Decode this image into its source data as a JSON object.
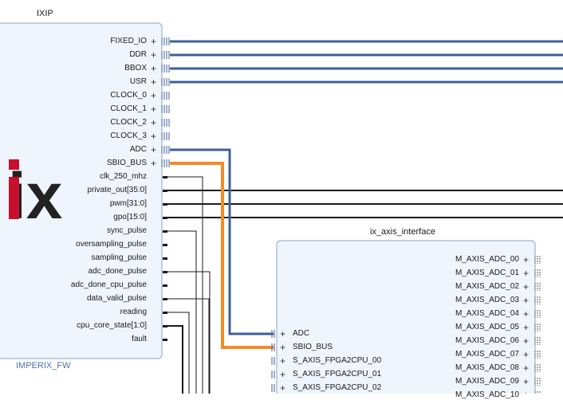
{
  "colors": {
    "block_fill": "#eef5fc",
    "block_border": "#8aa6c8",
    "bus_wire": "#3f5f98",
    "highlight_wire": "#f28c28",
    "signal_wire": "#1a1a1a",
    "logo": "#c8102e"
  },
  "ixip": {
    "title": "IXIP",
    "instance": "IMPERIX_FW",
    "logo_text": "ix",
    "ports": [
      {
        "label": "FIXED_IO",
        "kind": "bus"
      },
      {
        "label": "DDR",
        "kind": "bus"
      },
      {
        "label": "BBOX",
        "kind": "bus"
      },
      {
        "label": "USR",
        "kind": "bus"
      },
      {
        "label": "CLOCK_0",
        "kind": "bus"
      },
      {
        "label": "CLOCK_1",
        "kind": "bus"
      },
      {
        "label": "CLOCK_2",
        "kind": "bus"
      },
      {
        "label": "CLOCK_3",
        "kind": "bus"
      },
      {
        "label": "ADC",
        "kind": "bus"
      },
      {
        "label": "SBIO_BUS",
        "kind": "bus"
      },
      {
        "label": "clk_250_mhz",
        "kind": "pin"
      },
      {
        "label": "private_out[35:0]",
        "kind": "pin"
      },
      {
        "label": "pwm[31:0]",
        "kind": "pin"
      },
      {
        "label": "gpo[15:0]",
        "kind": "pin"
      },
      {
        "label": "sync_pulse",
        "kind": "pin"
      },
      {
        "label": "oversampling_pulse",
        "kind": "pin"
      },
      {
        "label": "sampling_pulse",
        "kind": "pin"
      },
      {
        "label": "adc_done_pulse",
        "kind": "pin"
      },
      {
        "label": "adc_done_cpu_pulse",
        "kind": "pin"
      },
      {
        "label": "data_valid_pulse",
        "kind": "pin"
      },
      {
        "label": "reading",
        "kind": "pin"
      },
      {
        "label": "cpu_core_state[1:0]",
        "kind": "pin"
      },
      {
        "label": "fault",
        "kind": "pin"
      }
    ]
  },
  "axis": {
    "title": "ix_axis_interface",
    "inputs": [
      "ADC",
      "SBIO_BUS",
      "S_AXIS_FPGA2CPU_00",
      "S_AXIS_FPGA2CPU_01",
      "S_AXIS_FPGA2CPU_02"
    ],
    "outputs": [
      "M_AXIS_ADC_00",
      "M_AXIS_ADC_01",
      "M_AXIS_ADC_02",
      "M_AXIS_ADC_03",
      "M_AXIS_ADC_04",
      "M_AXIS_ADC_05",
      "M_AXIS_ADC_06",
      "M_AXIS_ADC_07",
      "M_AXIS_ADC_08",
      "M_AXIS_ADC_09",
      "M_AXIS_ADC_10"
    ]
  }
}
